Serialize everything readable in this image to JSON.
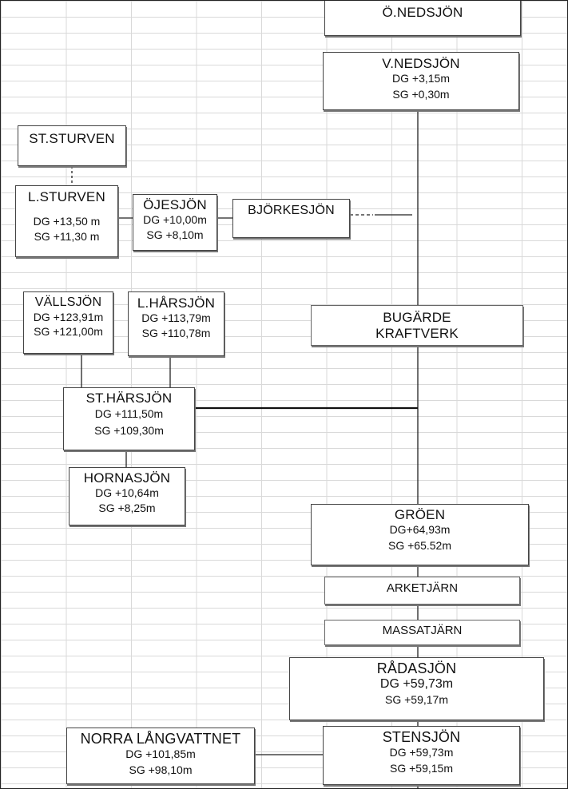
{
  "nodes": {
    "o_nedsjon": {
      "title": "Ö.NEDSJÖN"
    },
    "v_nedsjon": {
      "title": "V.NEDSJÖN",
      "dg": "DG +3,15m",
      "sg": "SG +0,30m"
    },
    "st_sturven": {
      "title": "ST.STURVEN"
    },
    "l_sturven": {
      "title": "L.STURVEN",
      "dg": "DG +13,50 m",
      "sg": "SG +11,30 m"
    },
    "ojesjon": {
      "title": "ÖJESJÖN",
      "dg": "DG +10,00m",
      "sg": "SG +8,10m"
    },
    "bjorkesjon": {
      "title": "BJÖRKESJÖN"
    },
    "vallsjon": {
      "title": "VÄLLSJÖN",
      "dg": "DG +123,91m",
      "sg": "SG +121,00m"
    },
    "l_harsjon": {
      "title": "L.HÅRSJÖN",
      "dg": "DG +113,79m",
      "sg": "SG +110,78m"
    },
    "bugarde": {
      "title": "BUGÄRDE",
      "line2": "KRAFTVERK"
    },
    "st_harsjon": {
      "title": "ST.HÄRSJÖN",
      "dg": "DG +111,50m",
      "sg": "SG +109,30m"
    },
    "hornasjon": {
      "title": "HORNASJÖN",
      "dg": "DG +10,64m",
      "sg": "SG +8,25m"
    },
    "groen": {
      "title": "GRÖEN",
      "dg": "DG+64,93m",
      "sg": "SG +65.52m"
    },
    "arketjarn": {
      "title": "ARKETJÄRN"
    },
    "massatjarn": {
      "title": "MASSATJÄRN"
    },
    "radasjon": {
      "title": "RÅDASJÖN",
      "dg": "DG +59,73m",
      "sg": "SG +59,17m"
    },
    "norra_langvattnet": {
      "title": "NORRA LÅNGVATTNET",
      "dg": "DG +101,85m",
      "sg": "SG +98,10m"
    },
    "stensjon": {
      "title": "STENSJÖN",
      "dg": "DG +59,73m",
      "sg": "SG +59,15m"
    }
  }
}
